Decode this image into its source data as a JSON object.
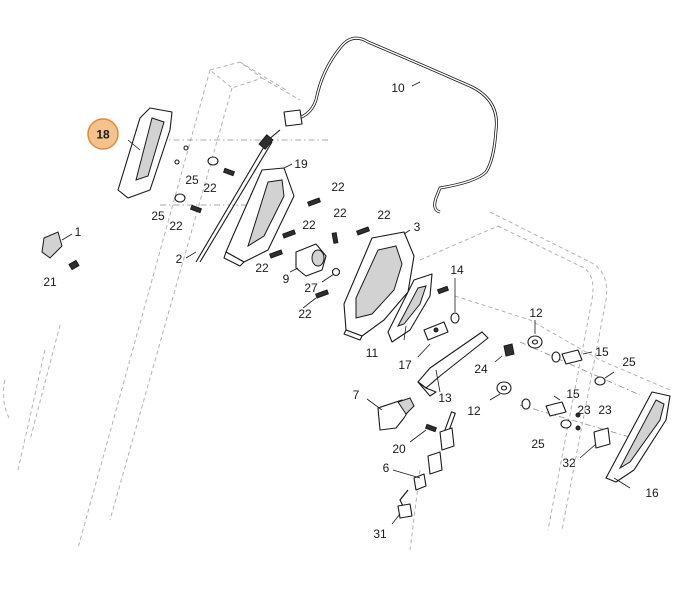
{
  "highlight_color": "#f6c28b",
  "highlight_stroke": "#e08a3a",
  "callouts": {
    "c18": "18",
    "c1": "1",
    "c21": "21",
    "c25a": "25",
    "c22a": "22",
    "c25b": "25",
    "c22b": "22",
    "c2": "2",
    "c19": "19",
    "c22c": "22",
    "c22d": "22",
    "c22e": "22",
    "c22f": "22",
    "c9": "9",
    "c27": "27",
    "c22g": "22",
    "c22h": "22",
    "c10": "10",
    "c3": "3",
    "c14": "14",
    "c11": "11",
    "c17": "17",
    "c12a": "12",
    "c15a": "15",
    "c25c": "25",
    "c24": "24",
    "c13": "13",
    "c12b": "12",
    "c15b": "15",
    "c23a": "23",
    "c23b": "23",
    "c7": "7",
    "c20": "20",
    "c6": "6",
    "c25d": "25",
    "c32": "32",
    "c16": "16",
    "c31": "31"
  }
}
